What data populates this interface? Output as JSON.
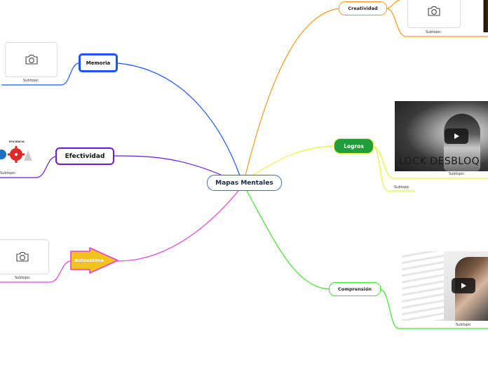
{
  "central": {
    "label": "Mapas Mentales"
  },
  "branches": {
    "memoria": {
      "label": "Memoria",
      "color": "#1a56ff",
      "subtopic": "Subtopic",
      "image": "camera-placeholder-icon"
    },
    "efectividad": {
      "label": "Efectividad",
      "color": "#6a1bd6",
      "subtopic": "Subtopic",
      "image_text": "EFICIENCIA"
    },
    "autoestima": {
      "label": "Autoestima",
      "color": "#e63fd6",
      "fill": "#f2c31b",
      "subtopic": "Subtopic",
      "image": "camera-placeholder-icon"
    },
    "creatividad": {
      "label": "Creatividad",
      "color": "#f59a1c",
      "subtopic": "Subtopic",
      "image": "camera-placeholder-icon"
    },
    "logros": {
      "label": "Logros",
      "color": "#e6f53a",
      "fill": "#1f9e3a",
      "subtopics": [
        "Subtopic",
        "Subtopic"
      ],
      "video_caption": "LOCK DESBLOQ"
    },
    "comprension": {
      "label": "Comprensión",
      "color": "#3ee62a",
      "subtopic": "Subtopic"
    }
  }
}
